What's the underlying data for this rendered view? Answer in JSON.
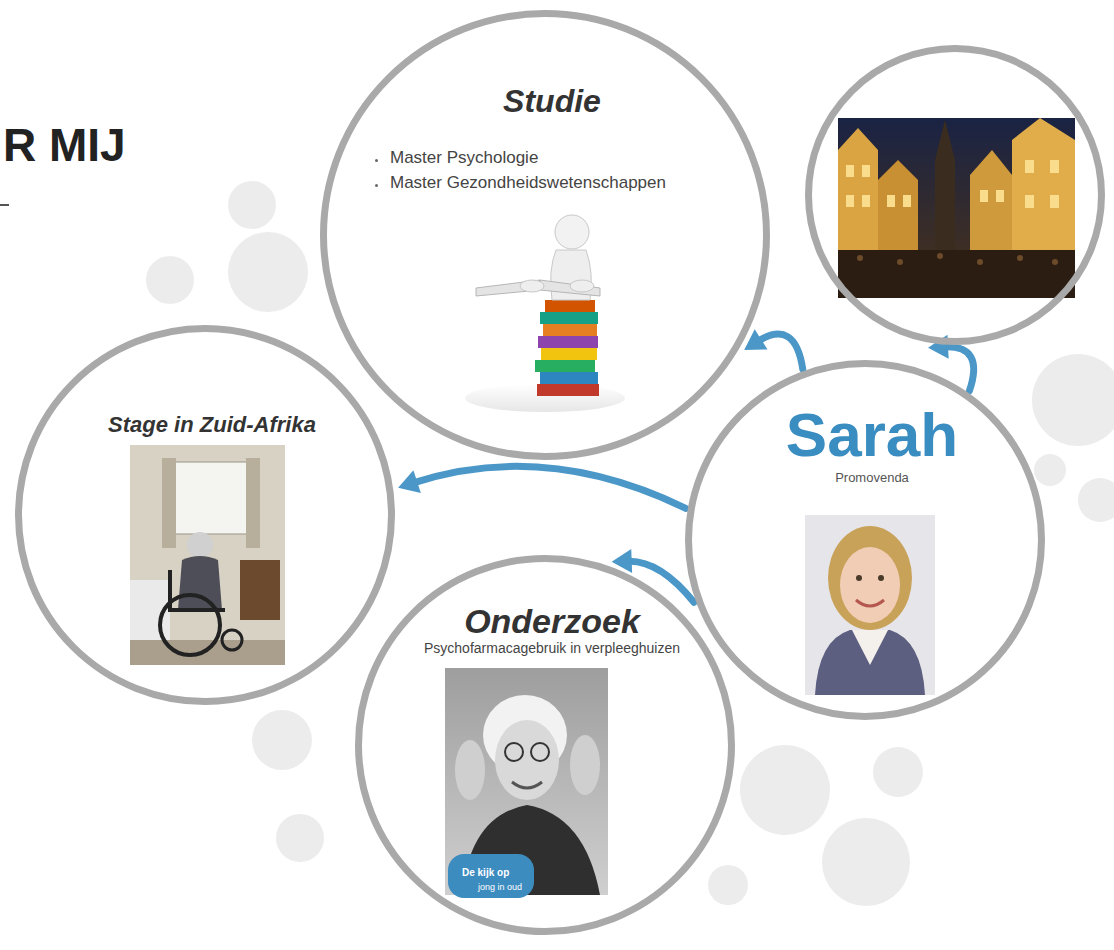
{
  "diagram": {
    "title": "R MIJ",
    "nodes": [
      {
        "text": [
          "Studie",
          "Master Psychologie",
          "Master Gezondheidswetenschappen"
        ]
      },
      {
        "text": []
      },
      {
        "text": [
          "Stage in Zuid-Afrika"
        ]
      },
      {
        "text": [
          "Sarah",
          "Promovenda"
        ]
      },
      {
        "text": [
          "Onderzoek",
          "Psychofarmacagebruik in verpleeghuizen"
        ]
      }
    ],
    "edges": [
      {
        "from": 3,
        "to": 0,
        "arrow": "to"
      },
      {
        "from": 3,
        "to": 1,
        "arrow": "to"
      },
      {
        "from": 3,
        "to": 2,
        "arrow": "to"
      },
      {
        "from": 3,
        "to": 4,
        "arrow": "to"
      }
    ],
    "labels": [
      "De kijk op",
      "jong in oud"
    ]
  }
}
